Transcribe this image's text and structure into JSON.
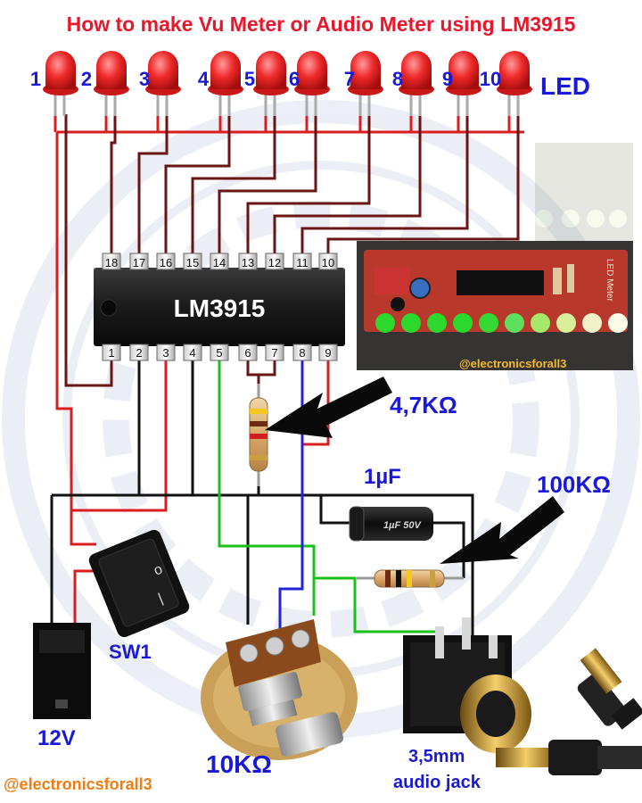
{
  "title": "How to make Vu Meter or Audio Meter using LM3915",
  "led_label": "LED",
  "led_numbers": [
    "1",
    "2",
    "3",
    "4",
    "5",
    "6",
    "7",
    "8",
    "9",
    "10"
  ],
  "ic": {
    "name": "LM3915",
    "top_pins": [
      "18",
      "17",
      "16",
      "15",
      "14",
      "13",
      "12",
      "11",
      "10"
    ],
    "bottom_pins": [
      "1",
      "2",
      "3",
      "4",
      "5",
      "6",
      "7",
      "8",
      "9"
    ]
  },
  "components": {
    "resistor_1": "4,7KΩ",
    "capacitor": "1µF",
    "capacitor_marking": "1µF 50V",
    "resistor_2": "100KΩ",
    "potentiometer": "10KΩ",
    "switch": "SW1",
    "power_jack": "12V",
    "audio_jack_line1": "3,5mm",
    "audio_jack_line2": "audio jack"
  },
  "watermark": "@electronicsforall3",
  "photo_watermark": "@electronicsforall3",
  "pcb_text": "LED Meter",
  "colors": {
    "title": "#e8172b",
    "labels": "#1a1ad6",
    "wire_red": "#d81e1e",
    "wire_black": "#111111",
    "wire_green": "#19c219",
    "wire_blue": "#2323d8",
    "wire_maroon": "#6b1414",
    "watermark": "#f07c12"
  }
}
